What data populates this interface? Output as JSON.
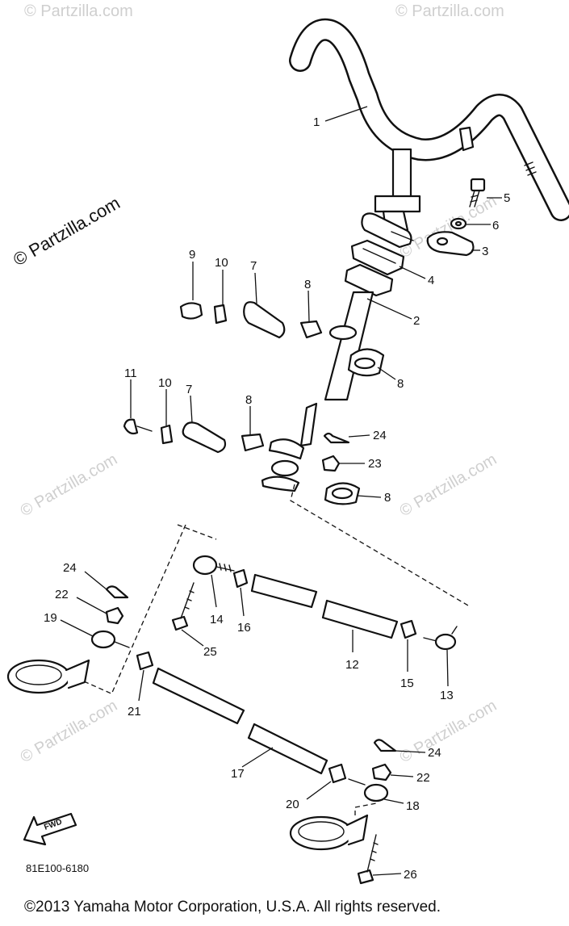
{
  "watermark": {
    "main": "© Partzilla.com",
    "faint": "© Partzilla.com"
  },
  "diagram_code": "81E100-6180",
  "fwd_label": "FWD",
  "copyright": "©2013  Yamaha Motor Corporation, U.S.A. All rights reserved.",
  "callouts": [
    "1",
    "5",
    "6",
    "3",
    "4",
    "2",
    "8",
    "9",
    "10",
    "7",
    "8",
    "11",
    "10",
    "7",
    "8",
    "24",
    "23",
    "8",
    "24",
    "22",
    "19",
    "14",
    "16",
    "25",
    "12",
    "15",
    "13",
    "21",
    "17",
    "24",
    "22",
    "20",
    "18",
    "26"
  ]
}
